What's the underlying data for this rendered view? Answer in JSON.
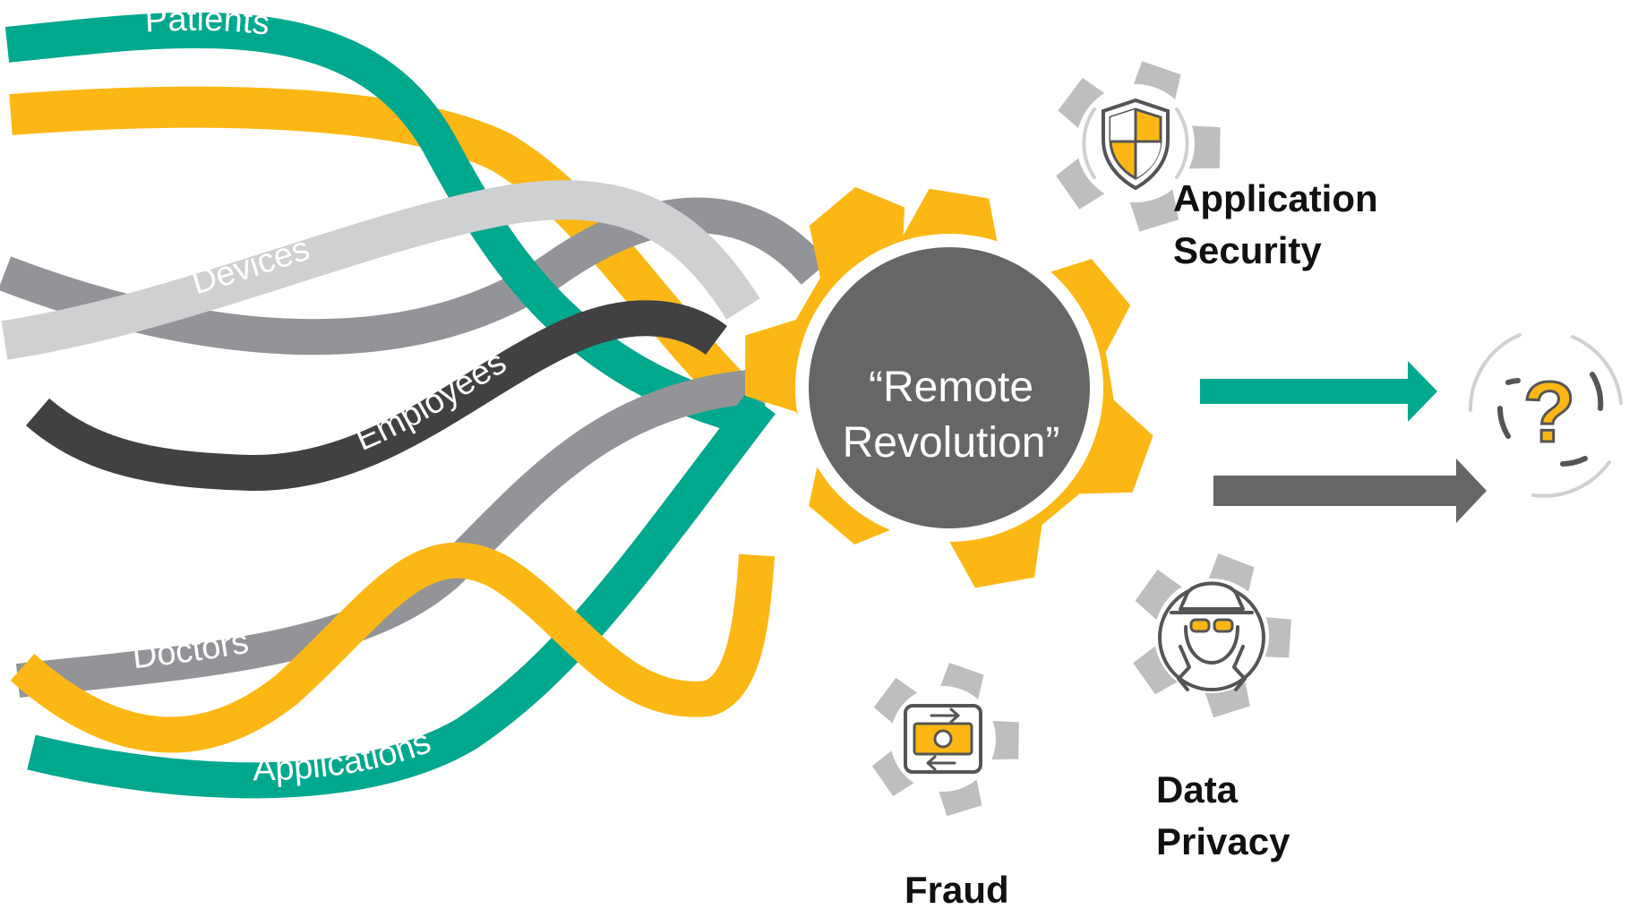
{
  "streams": [
    {
      "label": "Patients"
    },
    {
      "label": "Devices"
    },
    {
      "label": "Employees"
    },
    {
      "label": "Doctors"
    },
    {
      "label": "Applications"
    }
  ],
  "center": {
    "line1": "“Remote",
    "line2": "Revolution”"
  },
  "risks": [
    {
      "line1": "Application",
      "line2": "Security",
      "icon": "shield-icon"
    },
    {
      "line1": "Data",
      "line2": "Privacy",
      "icon": "spy-icon"
    },
    {
      "line1": "Fraud",
      "icon": "money-transfer-icon"
    }
  ],
  "outcome": {
    "icon": "question-mark-icon",
    "symbol": "?"
  },
  "colors": {
    "teal": "#00A88E",
    "gold": "#FDB714",
    "gray": "#929497",
    "light_gray": "#CFD0D2",
    "dark_gray": "#414042",
    "hub": "#666666"
  }
}
